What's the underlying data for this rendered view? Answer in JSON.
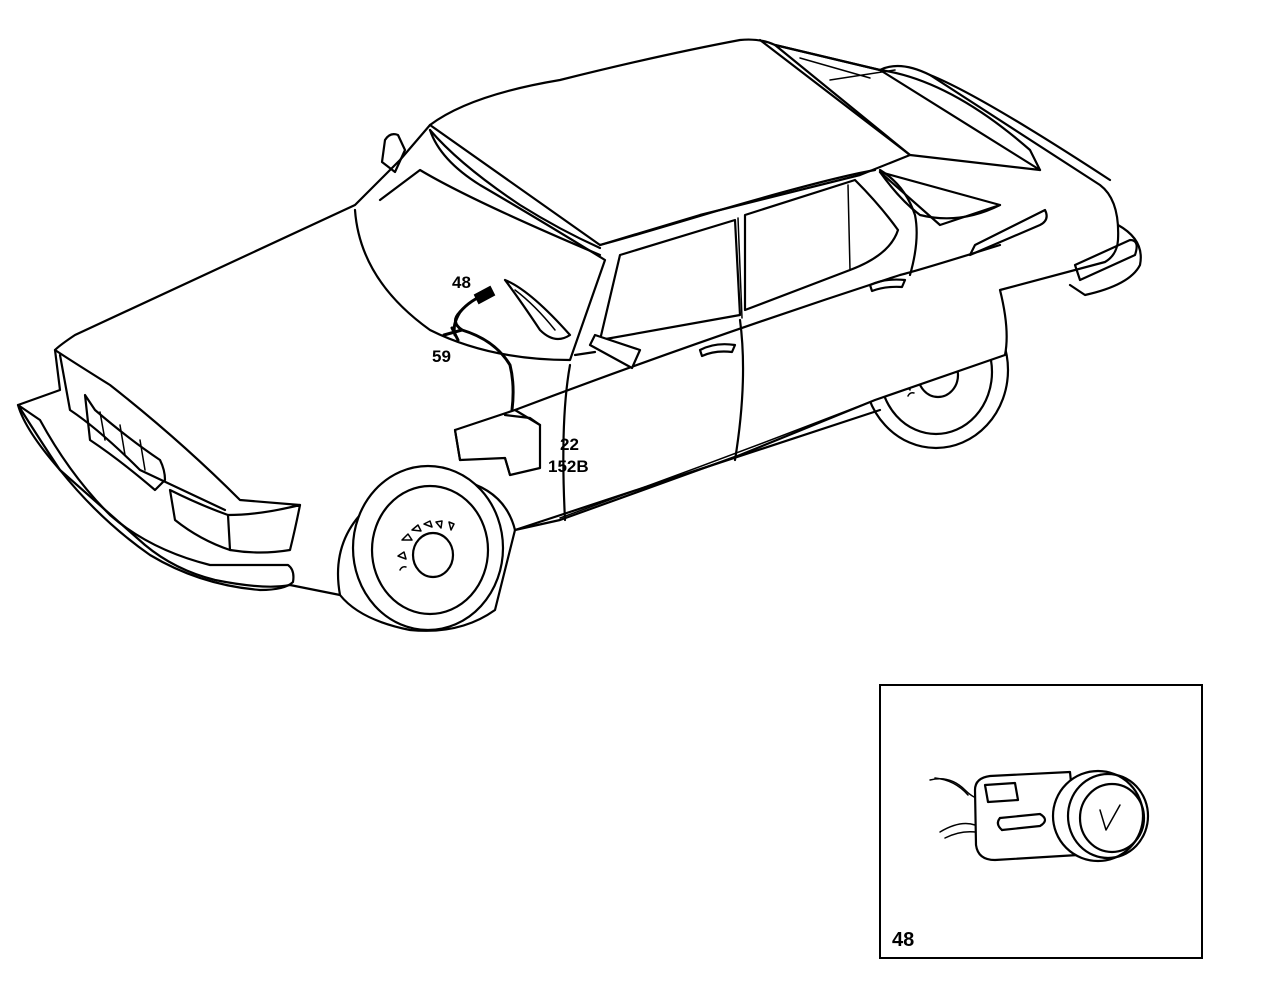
{
  "diagram": {
    "callouts": {
      "lighter_ref": "48",
      "bracket_ref": "59",
      "harness_ref_a": "22",
      "harness_ref_b": "152B"
    },
    "inset": {
      "label": "48"
    }
  }
}
